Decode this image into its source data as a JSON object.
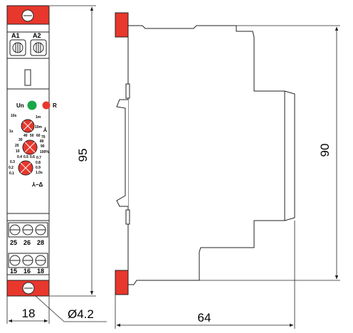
{
  "front_view": {
    "supply_terminals": [
      "A1",
      "A2"
    ],
    "led_power": "Un",
    "led_relay": "R",
    "top_terminals": [
      "25",
      "26",
      "28"
    ],
    "bottom_terminals": [
      "15",
      "16",
      "18"
    ],
    "knob1": {
      "labels": [
        "10s",
        "1m",
        "1s",
        "10m"
      ]
    },
    "knob2": {
      "labels": [
        "40",
        "50",
        "60",
        "70",
        "30",
        "80",
        "20",
        "90",
        "10",
        "100%"
      ]
    },
    "knob3": {
      "labels": [
        "0.4",
        "0.5",
        "0.6",
        "0.7",
        "0.3",
        "0.8",
        "0.2",
        "0.9",
        "0.1",
        "1.0s"
      ]
    },
    "star_delta_label": "⅄−Δ",
    "star_symbol": "⅄"
  },
  "dimensions": {
    "height_total": "95",
    "width_front": "18",
    "hole": "Ø4.2",
    "depth": "64",
    "height_side": "90"
  },
  "colors": {
    "accent_red": "#e8372c",
    "led_green": "#1aa64a",
    "line": "#222222"
  }
}
